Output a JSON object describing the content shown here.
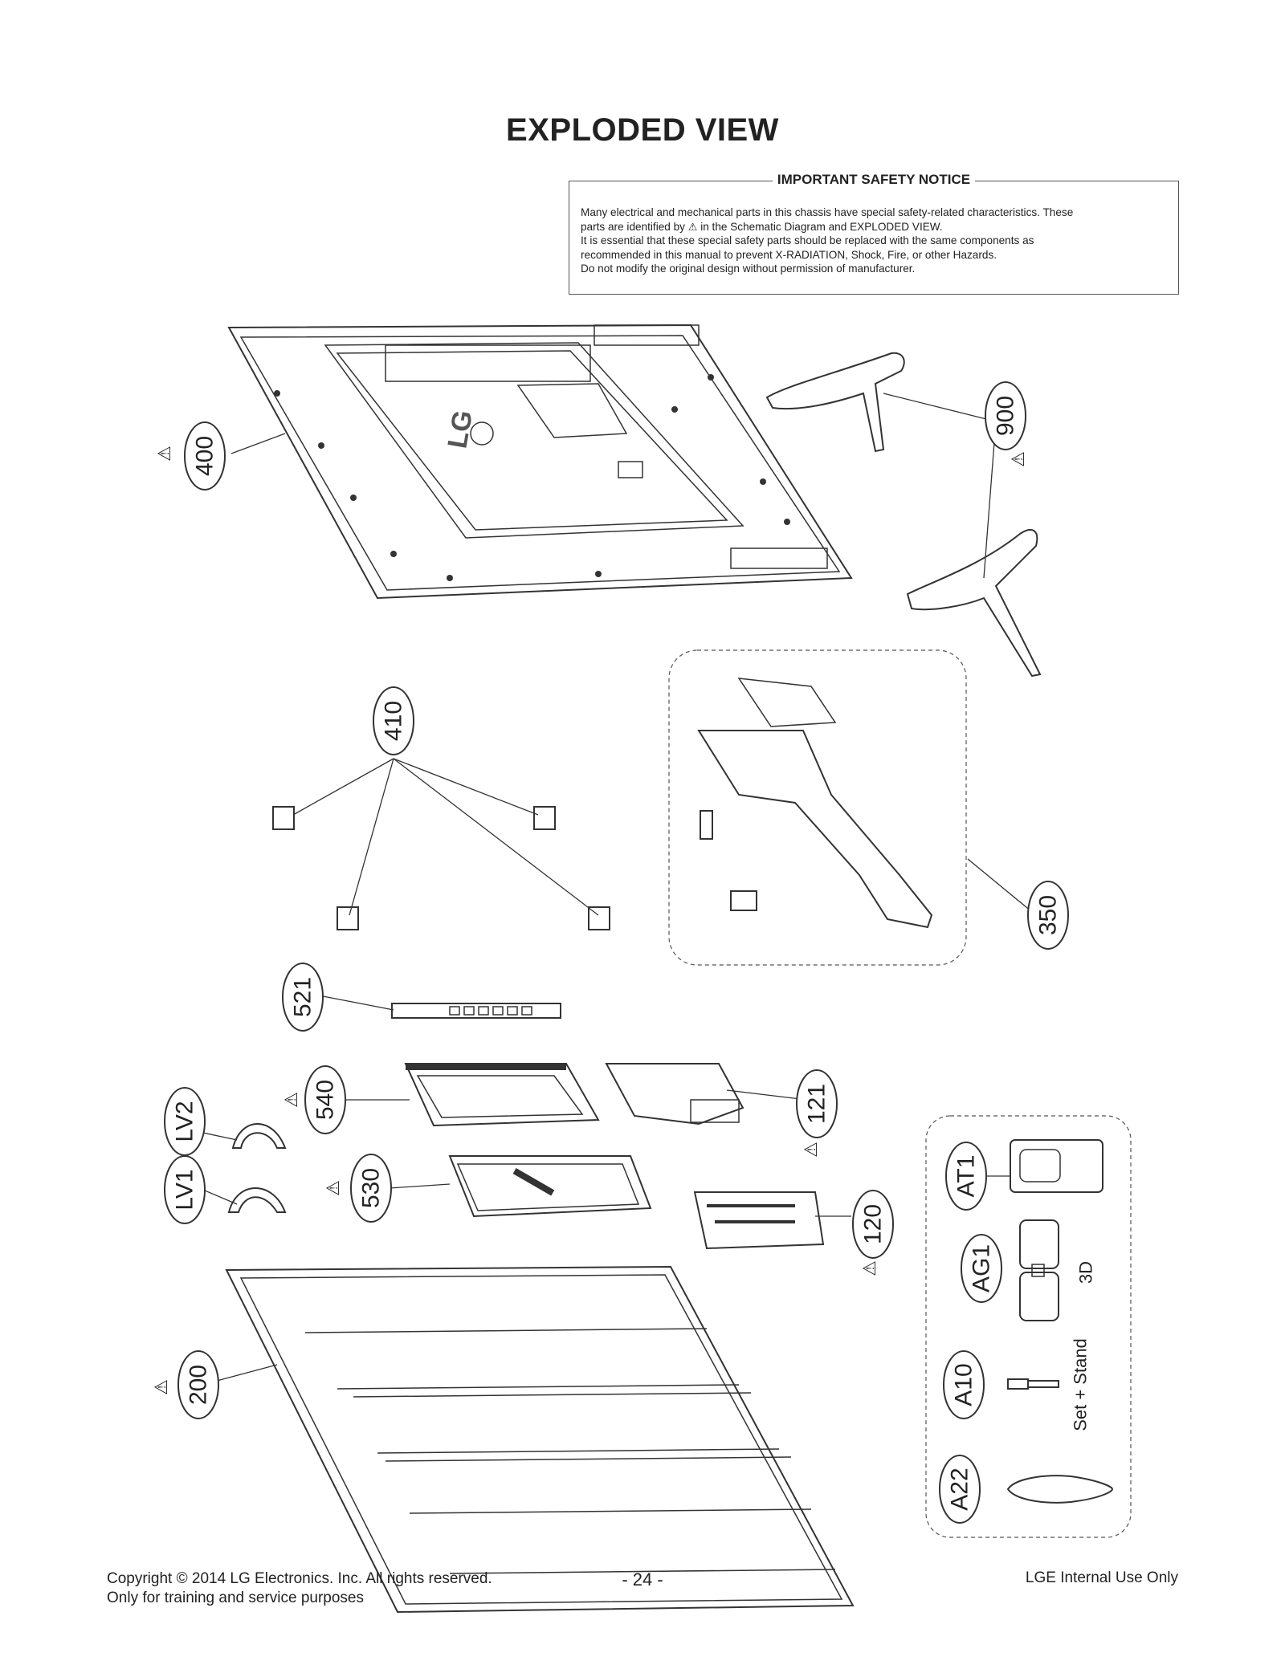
{
  "title": "EXPLODED VIEW",
  "notice": {
    "heading": "IMPORTANT SAFETY NOTICE",
    "line1": "Many electrical and mechanical parts in this chassis have special safety-related characteristics. These",
    "line2_a": "parts are identified by",
    "line2_b": "in the Schematic Diagram and EXPLODED VIEW.",
    "line3": "It is essential that these special safety parts should be replaced with the same components as",
    "line4": "recommended in this manual to prevent X-RADIATION, Shock, Fire, or other Hazards.",
    "line5": "Do not modify the original design without permission of manufacturer."
  },
  "callouts": {
    "c400": "400",
    "c900": "900",
    "c410": "410",
    "c350": "350",
    "c521": "521",
    "c540": "540",
    "c121": "121",
    "cLV2": "LV2",
    "cLV1": "LV1",
    "c530": "530",
    "c120": "120",
    "c200": "200",
    "cAT1": "AT1",
    "cAG1": "AG1",
    "cA10": "A10",
    "cA22": "A22"
  },
  "accessory_labels": {
    "glasses": "3D",
    "screw": "Set + Stand"
  },
  "footer": {
    "copyright": "Copyright  © 2014 LG Electronics. Inc. All rights reserved.",
    "purpose": "Only for training and service purposes",
    "page": "- 24 -",
    "internal": "LGE Internal Use Only"
  }
}
